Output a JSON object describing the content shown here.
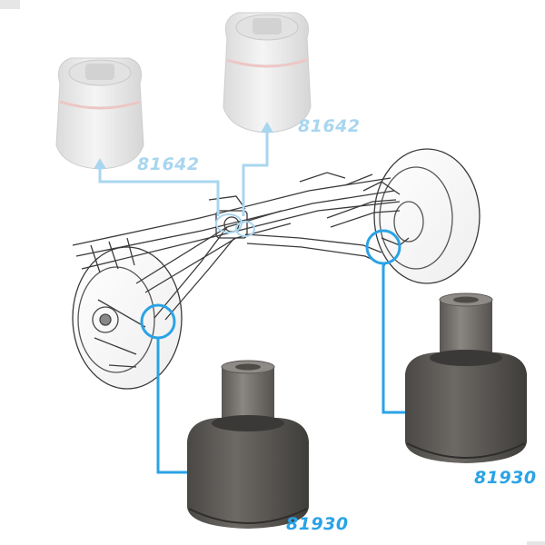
{
  "labels": {
    "top_right": "81642",
    "top_left": "81642",
    "bottom_left": "81930",
    "bottom_right": "81930"
  },
  "colors": {
    "callout": "#2aa3e6",
    "callout_faded": "#a9d6ef",
    "rubber_bushing": "#5f5d5a",
    "metal_sleeve": "#7b7874",
    "ball_joint_faded": "#dcdcdc",
    "sketch_line": "#3a3a3a"
  },
  "icons": {
    "ball_joint": "rear-ball-joint-icon",
    "bushing": "control-arm-bushing-icon",
    "axle": "rear-axle-assembly-icon"
  }
}
